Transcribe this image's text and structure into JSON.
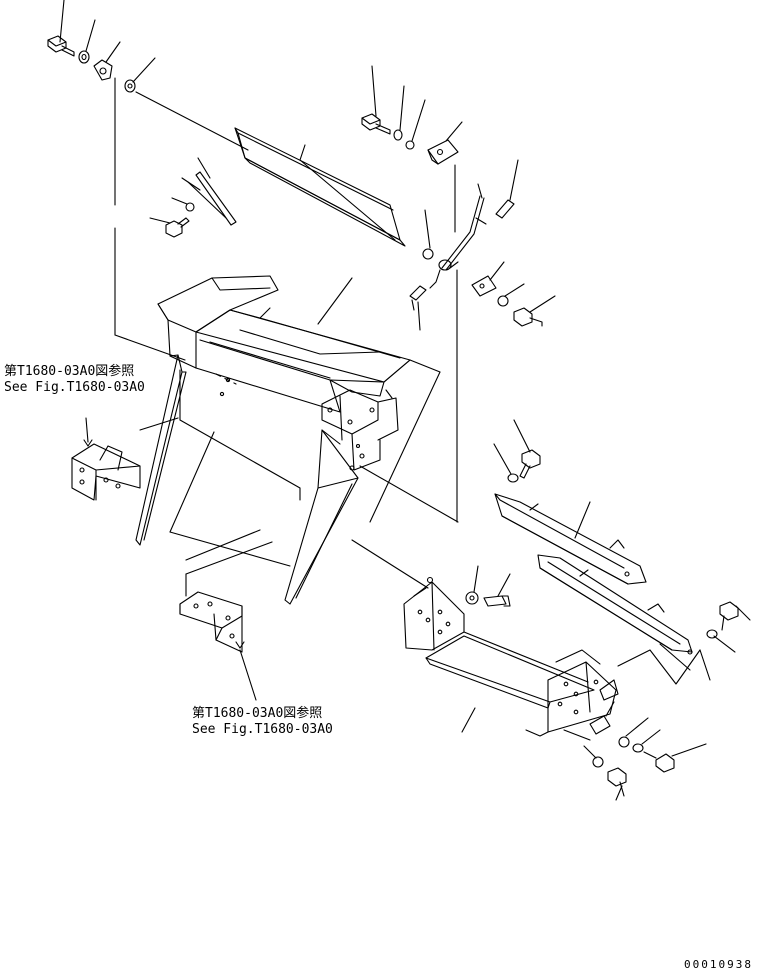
{
  "references": {
    "left": {
      "jp": "第T1680-03A0図参照",
      "en": "See Fig.T1680-03A0"
    },
    "bottom": {
      "jp": "第T1680-03A0図参照",
      "en": "See Fig.T1680-03A0"
    }
  },
  "drawing_number": "00010938"
}
